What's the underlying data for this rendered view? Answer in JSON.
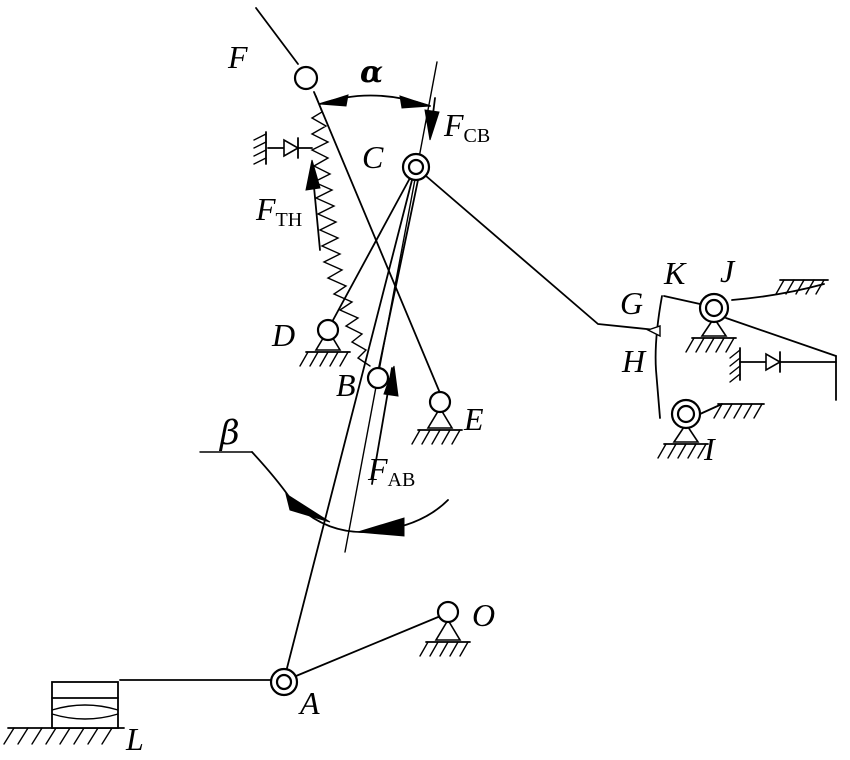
{
  "labels": {
    "F": "F",
    "C": "C",
    "D": "D",
    "B": "B",
    "E": "E",
    "A": "A",
    "O": "O",
    "L": "L",
    "G": "G",
    "H": "H",
    "K": "K",
    "J": "J",
    "I": "I"
  },
  "angles": {
    "alpha": "α",
    "beta": "β"
  },
  "forces": {
    "cb": {
      "main": "F",
      "sub": "CB"
    },
    "th": {
      "main": "F",
      "sub": "TH"
    },
    "ab": {
      "main": "F",
      "sub": "AB"
    }
  }
}
